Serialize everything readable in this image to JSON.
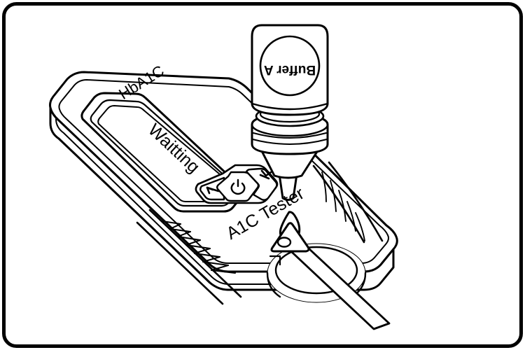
{
  "figure": {
    "title": "HbA1C Analyzer with Buffer Bottle and Test Strip",
    "style": "black-and-white line illustration",
    "background_color": "#ffffff",
    "stroke_color": "#000000"
  },
  "frame": {
    "name": "outer-border",
    "corner_radius": 18,
    "stroke_width": 5
  },
  "device": {
    "brand_label": "HbA1C",
    "product_label": "A1C Tester",
    "screen": {
      "status_text": "Waitting"
    },
    "buttons": [
      {
        "id": "left",
        "label": "",
        "icon": "chevron-left-icon"
      },
      {
        "id": "power",
        "label": "",
        "icon": "power-icon"
      },
      {
        "id": "right",
        "label": "",
        "icon": "chevron-right-icon"
      }
    ],
    "sample_port": {
      "icon": "blood-drop-icon",
      "marker": "triangle-port-icon"
    }
  },
  "bottle": {
    "label": "Buffer A",
    "orientation": "inverted",
    "parts": [
      "body",
      "collar",
      "cap",
      "dropper-nozzle"
    ]
  },
  "strip": {
    "name": "test-strip"
  }
}
